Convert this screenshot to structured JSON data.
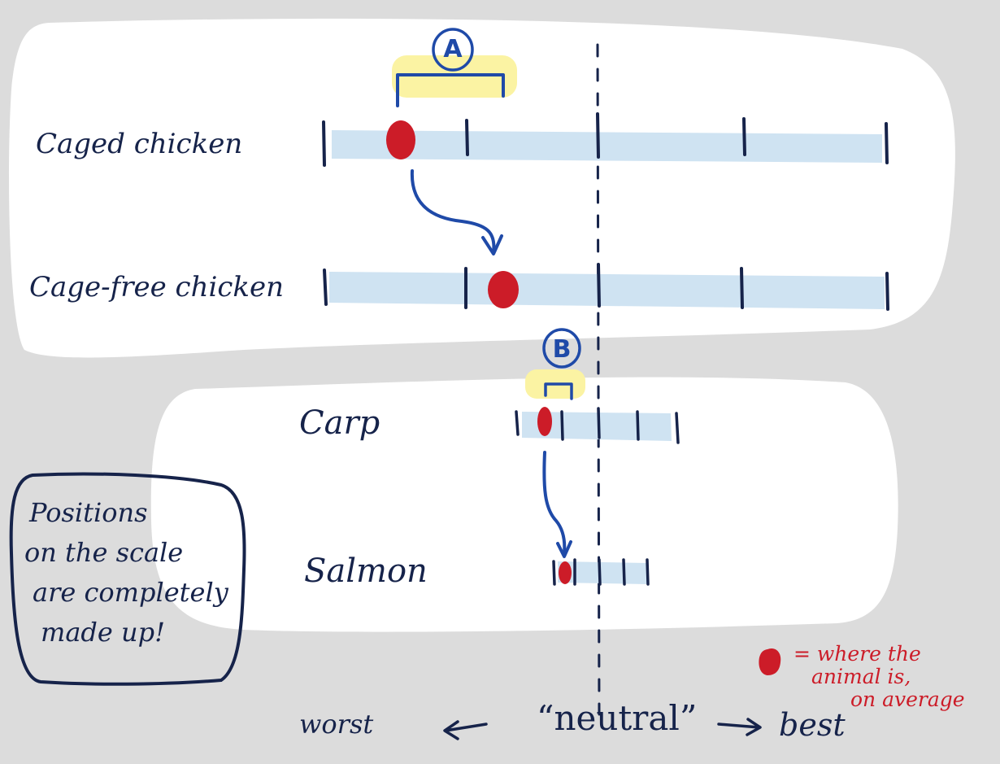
{
  "rows": [
    {
      "id": "caged",
      "label": "Caged chicken"
    },
    {
      "id": "cagefree",
      "label": "Cage-free chicken"
    },
    {
      "id": "carp",
      "label": "Carp"
    },
    {
      "id": "salmon",
      "label": "Salmon"
    }
  ],
  "brackets": [
    {
      "id": "A",
      "label": "A"
    },
    {
      "id": "B",
      "label": "B"
    }
  ],
  "note": [
    "Positions",
    "on the scale",
    "are completely",
    "made up!"
  ],
  "legend": {
    "lines": [
      "= where the",
      "animal is,",
      "on average"
    ],
    "marker_color": "#cc1c28"
  },
  "axis": {
    "worst": "worst",
    "neutral": "“neutral”",
    "best": "best",
    "left_arrow": "←",
    "right_arrow": "→"
  },
  "colors": {
    "background": "#dcdcdc",
    "panel": "#ffffff",
    "bar": "#cfe3f2",
    "ink": "#16234a",
    "dot": "#cc1c28",
    "arrow": "#1f4aa8",
    "highlight": "#fbf3a3"
  }
}
